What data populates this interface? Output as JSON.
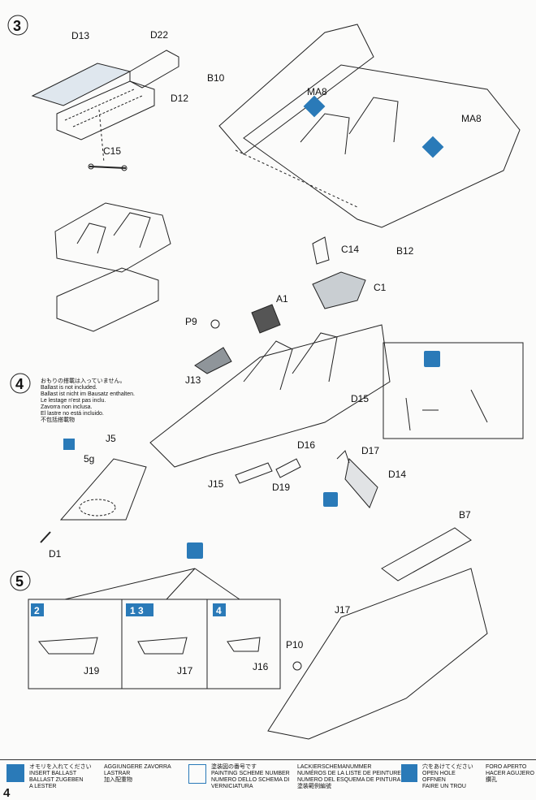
{
  "steps": {
    "s3": "3",
    "s4": "4",
    "s5": "5"
  },
  "parts": {
    "D13": "D13",
    "D22": "D22",
    "D12": "D12",
    "C15": "C15",
    "B10": "B10",
    "MA8a": "MA8",
    "MA8b": "MA8",
    "B12": "B12",
    "C14": "C14",
    "C1": "C1",
    "A1": "A1",
    "P9": "P9",
    "J13": "J13",
    "D15": "D15",
    "D16": "D16",
    "D17": "D17",
    "D14": "D14",
    "D19": "D19",
    "J15": "J15",
    "J5": "J5",
    "D1": "D1",
    "B7": "B7",
    "J17a": "J17",
    "J17b": "J17",
    "P10": "P10",
    "J19": "J19",
    "J16": "J16"
  },
  "ballast": {
    "weight": "5g"
  },
  "ballast_note": [
    "おもりの搭載は入っていません。",
    "Ballast is not included.",
    "Ballast ist nicht im Bausatz enthalten.",
    "Le lestage n'est pas inclu.",
    "Zavorra non inclusa.",
    "El lastre no está incluido.",
    "不包括搭載物"
  ],
  "subpanels": [
    {
      "num": "2",
      "part": "J19"
    },
    {
      "num": "1 3",
      "part": "J17"
    },
    {
      "num": "4",
      "part": "J16"
    }
  ],
  "legend": {
    "ballast": [
      "オモリを入れてください",
      "INSERT BALLAST",
      "BALLAST ZUGEBEN",
      "A LESTER"
    ],
    "ballast2": [
      "AGGIUNGERE ZAVORRA",
      "LASTRAR",
      "加入配重物"
    ],
    "paint": [
      "塗装図の番号です",
      "PAINTING SCHEME NUMBER",
      "NUMERO DELLO SCHEMA DI",
      "VERNICIATURA"
    ],
    "paint2": [
      "LACKIERSCHEMANUMMER",
      "NUMÉROS DE LA LISTE DE PEINTURES",
      "NUMERO DEL ESQUEMA DE PINTURA",
      "塗裝範例編號"
    ],
    "hole": [
      "穴をあけてください",
      "OPEN HOLE",
      "OFFNEN",
      "FAIRE UN TROU"
    ],
    "hole2": [
      "FORO APERTO",
      "HACER AGUJERO",
      "鑽孔"
    ]
  },
  "page_number": "4"
}
